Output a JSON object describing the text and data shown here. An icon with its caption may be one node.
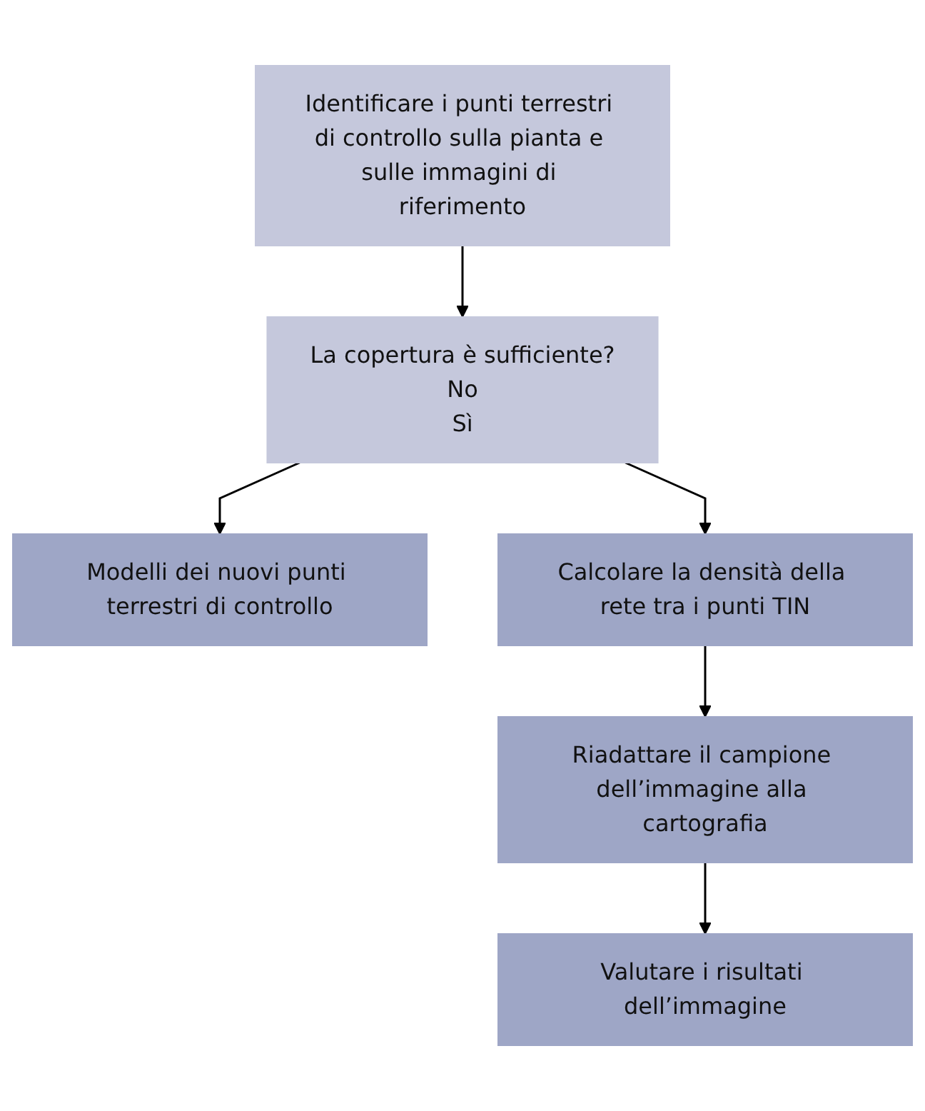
{
  "diagram": {
    "nodes": [
      {
        "text": [
          "Identificare i punti terrestri di controllo sulla pianta e sulle immagini di riferimento"
        ]
      },
      {
        "text": [
          "La copertura è sufficiente?",
          "No",
          "Sì"
        ]
      },
      {
        "text": [
          "Modelli dei nuovi punti terrestri di controllo"
        ]
      },
      {
        "text": [
          "Calcolare la densità della rete tra i punti TIN"
        ]
      },
      {
        "text": [
          "Riadattare il campione dell’immagine alla cartografia"
        ]
      },
      {
        "text": [
          "Valutare i risultati dell’immagine"
        ]
      }
    ],
    "edges": [
      {
        "from": 0,
        "to": 1,
        "arrow": "to"
      },
      {
        "from": 1,
        "to": 2,
        "arrow": "to"
      },
      {
        "from": 1,
        "to": 3,
        "arrow": "to"
      },
      {
        "from": 3,
        "to": 4,
        "arrow": "to"
      },
      {
        "from": 4,
        "to": 5,
        "arrow": "to"
      }
    ]
  }
}
